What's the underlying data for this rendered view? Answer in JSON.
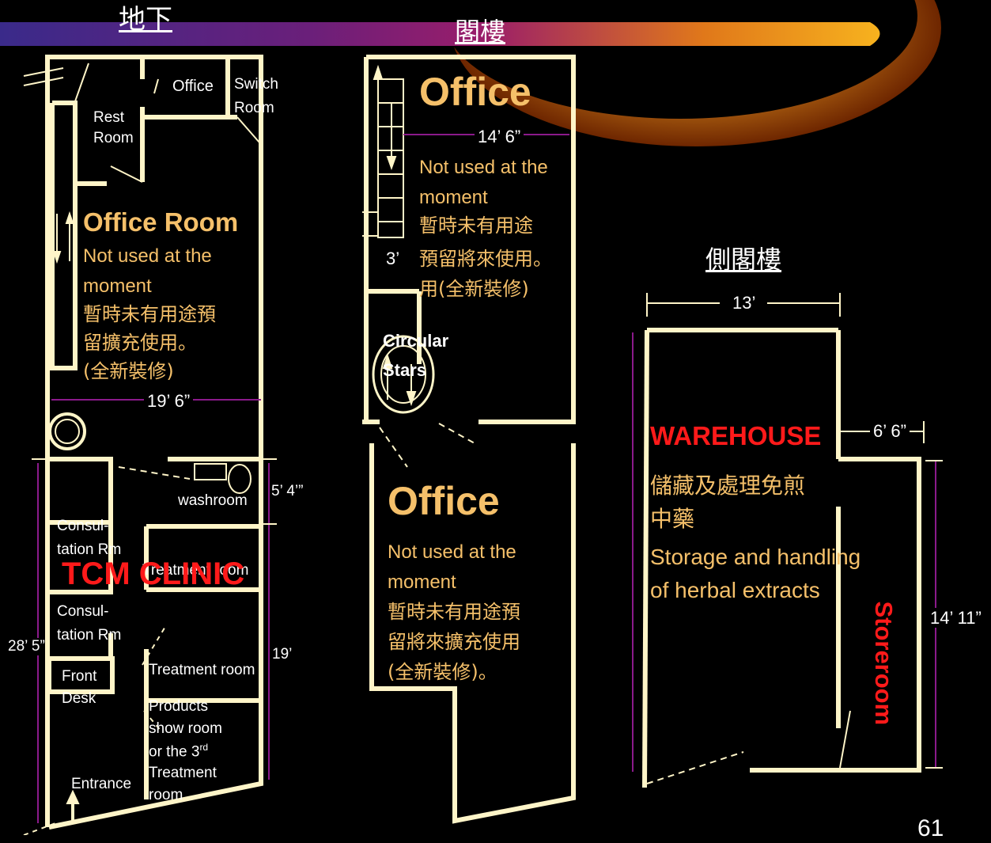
{
  "colors": {
    "wall": "#fff5c8",
    "dim": "#8b1a8b",
    "accent": "#f5c06a",
    "red": "#ff1a1a",
    "text": "#ffffff"
  },
  "titles": {
    "basement": "地下",
    "mezzanine": "閣樓",
    "side_mezzanine": "側閣樓"
  },
  "basement": {
    "office": "Office",
    "switch_room_l1": "Switch",
    "switch_room_l2": "Room",
    "rest_room_l1": "Rest",
    "rest_room_l2": "Room",
    "office_room_title": "Office Room",
    "office_room_desc_l1": "Not used at the",
    "office_room_desc_l2": "moment",
    "office_room_desc_l3": "暫時未有用途預",
    "office_room_desc_l4": "留擴充使用。",
    "office_room_desc_l5": "(全新裝修)",
    "dim_width": "19’ 6”",
    "washroom": "washroom",
    "dim_washroom": "5’ 4’”",
    "consult1_l1": "Consul-",
    "consult1_l2": "tation Rm",
    "treatment_room_1": "Treatment room",
    "clinic_label": "TCM CLINIC",
    "consult2_l1": "Consul-",
    "consult2_l2": "tation Rm",
    "dim_depth_left": "28’ 5”",
    "dim_depth_right": "19’",
    "front_desk_l1": "Front",
    "front_desk_l2": "Desk",
    "treatment_room_2": "Treatment room",
    "products_l1": "Products",
    "products_l2": "show room",
    "products_l3": "or the 3",
    "products_l3_sup": "rd",
    "products_l4": "Treatment",
    "products_l5": "room",
    "entrance": "Entrance"
  },
  "mezzanine": {
    "office_top": "Office",
    "dim_width": "14’ 6”",
    "top_desc_l1": "Not used at the",
    "top_desc_l2": "moment",
    "top_desc_l3": "暫時未有用途",
    "top_desc_l4": "預留將來使用。",
    "top_desc_l5": "用(全新裝修)",
    "dim_3": "3’",
    "stairs_l1": "Circular",
    "stairs_l2": "Stars",
    "office_bottom": "Office",
    "bottom_desc_l1": "Not used at the",
    "bottom_desc_l2": "moment",
    "bottom_desc_l3": "暫時未有用途預",
    "bottom_desc_l4": "留將來擴充使用",
    "bottom_desc_l5": "(全新裝修)。"
  },
  "side": {
    "dim_width": "13’",
    "dim_offset": "6’ 6”",
    "warehouse": "WAREHOUSE",
    "desc_l1": "儲藏及處理免煎",
    "desc_l2": "中藥",
    "desc_l3": "Storage and handling",
    "desc_l4": "of herbal extracts",
    "storeroom": "Storeroom",
    "dim_depth": "14’ 11”"
  },
  "page_number": "61"
}
